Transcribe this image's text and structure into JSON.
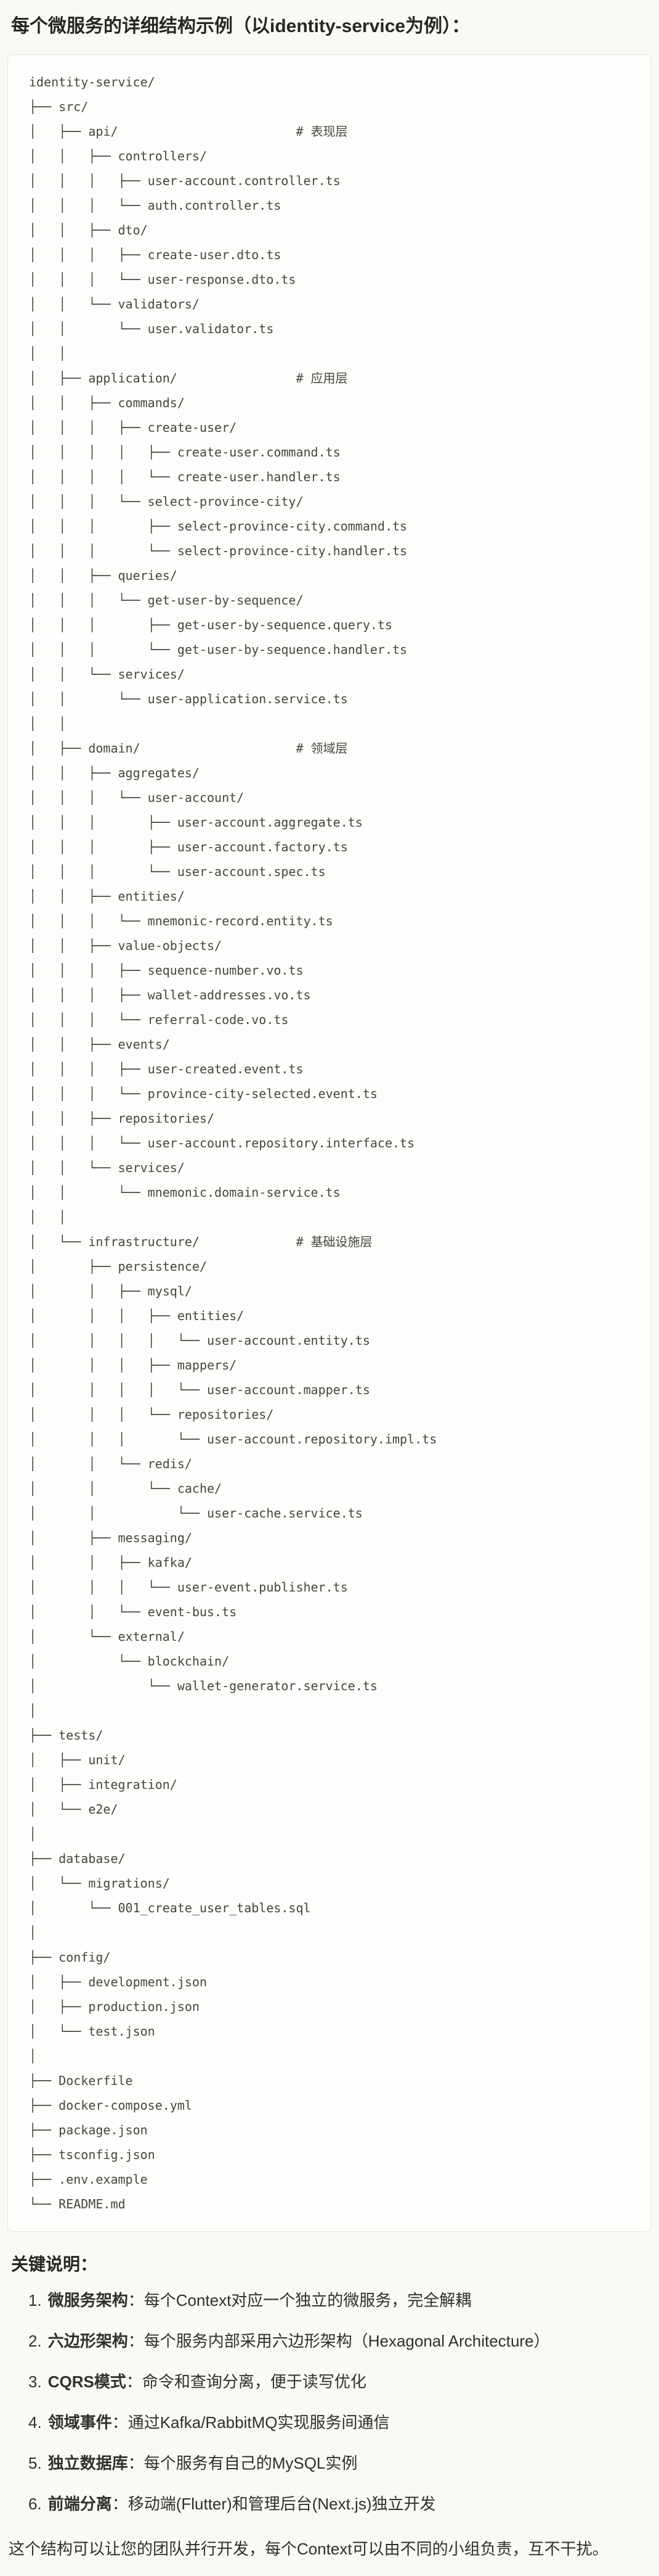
{
  "title": "每个微服务的详细结构示例（以identity-service为例）：",
  "tree": {
    "lines": [
      "identity-service/",
      "├── src/",
      "│   ├── api/                        # 表现层",
      "│   │   ├── controllers/",
      "│   │   │   ├── user-account.controller.ts",
      "│   │   │   └── auth.controller.ts",
      "│   │   ├── dto/",
      "│   │   │   ├── create-user.dto.ts",
      "│   │   │   └── user-response.dto.ts",
      "│   │   └── validators/",
      "│   │       └── user.validator.ts",
      "│   │",
      "│   ├── application/                # 应用层",
      "│   │   ├── commands/",
      "│   │   │   ├── create-user/",
      "│   │   │   │   ├── create-user.command.ts",
      "│   │   │   │   └── create-user.handler.ts",
      "│   │   │   └── select-province-city/",
      "│   │   │       ├── select-province-city.command.ts",
      "│   │   │       └── select-province-city.handler.ts",
      "│   │   ├── queries/",
      "│   │   │   └── get-user-by-sequence/",
      "│   │   │       ├── get-user-by-sequence.query.ts",
      "│   │   │       └── get-user-by-sequence.handler.ts",
      "│   │   └── services/",
      "│   │       └── user-application.service.ts",
      "│   │",
      "│   ├── domain/                     # 领域层",
      "│   │   ├── aggregates/",
      "│   │   │   └── user-account/",
      "│   │   │       ├── user-account.aggregate.ts",
      "│   │   │       ├── user-account.factory.ts",
      "│   │   │       └── user-account.spec.ts",
      "│   │   ├── entities/",
      "│   │   │   └── mnemonic-record.entity.ts",
      "│   │   ├── value-objects/",
      "│   │   │   ├── sequence-number.vo.ts",
      "│   │   │   ├── wallet-addresses.vo.ts",
      "│   │   │   └── referral-code.vo.ts",
      "│   │   ├── events/",
      "│   │   │   ├── user-created.event.ts",
      "│   │   │   └── province-city-selected.event.ts",
      "│   │   ├── repositories/",
      "│   │   │   └── user-account.repository.interface.ts",
      "│   │   └── services/",
      "│   │       └── mnemonic.domain-service.ts",
      "│   │",
      "│   └── infrastructure/             # 基础设施层",
      "│       ├── persistence/",
      "│       │   ├── mysql/",
      "│       │   │   ├── entities/",
      "│       │   │   │   └── user-account.entity.ts",
      "│       │   │   ├── mappers/",
      "│       │   │   │   └── user-account.mapper.ts",
      "│       │   │   └── repositories/",
      "│       │   │       └── user-account.repository.impl.ts",
      "│       │   └── redis/",
      "│       │       └── cache/",
      "│       │           └── user-cache.service.ts",
      "│       ├── messaging/",
      "│       │   ├── kafka/",
      "│       │   │   └── user-event.publisher.ts",
      "│       │   └── event-bus.ts",
      "│       └── external/",
      "│           └── blockchain/",
      "│               └── wallet-generator.service.ts",
      "│",
      "├── tests/",
      "│   ├── unit/",
      "│   ├── integration/",
      "│   └── e2e/",
      "│",
      "├── database/",
      "│   └── migrations/",
      "│       └── 001_create_user_tables.sql",
      "│",
      "├── config/",
      "│   ├── development.json",
      "│   ├── production.json",
      "│   └── test.json",
      "│",
      "├── Dockerfile",
      "├── docker-compose.yml",
      "├── package.json",
      "├── tsconfig.json",
      "├── .env.example",
      "└── README.md"
    ]
  },
  "notes": {
    "title": "关键说明：",
    "items": [
      {
        "num": "1.",
        "label": "微服务架构",
        "text": "：每个Context对应一个独立的微服务，完全解耦"
      },
      {
        "num": "2.",
        "label": "六边形架构",
        "text": "：每个服务内部采用六边形架构（Hexagonal Architecture）"
      },
      {
        "num": "3.",
        "label": "CQRS模式",
        "text": "：命令和查询分离，便于读写优化"
      },
      {
        "num": "4.",
        "label": "领域事件",
        "text": "：通过Kafka/RabbitMQ实现服务间通信"
      },
      {
        "num": "5.",
        "label": "独立数据库",
        "text": "：每个服务有自己的MySQL实例"
      },
      {
        "num": "6.",
        "label": "前端分离",
        "text": "：移动端(Flutter)和管理后台(Next.js)独立开发"
      }
    ]
  },
  "closing": "这个结构可以让您的团队并行开发，每个Context可以由不同的小组负责，互不干扰。",
  "colors": {
    "page_bg": "#FAF9F5",
    "code_bg": "#FDFDFB",
    "code_border": "#E5E3DB",
    "text": "#2F2F2B",
    "code_text": "#45453F"
  }
}
